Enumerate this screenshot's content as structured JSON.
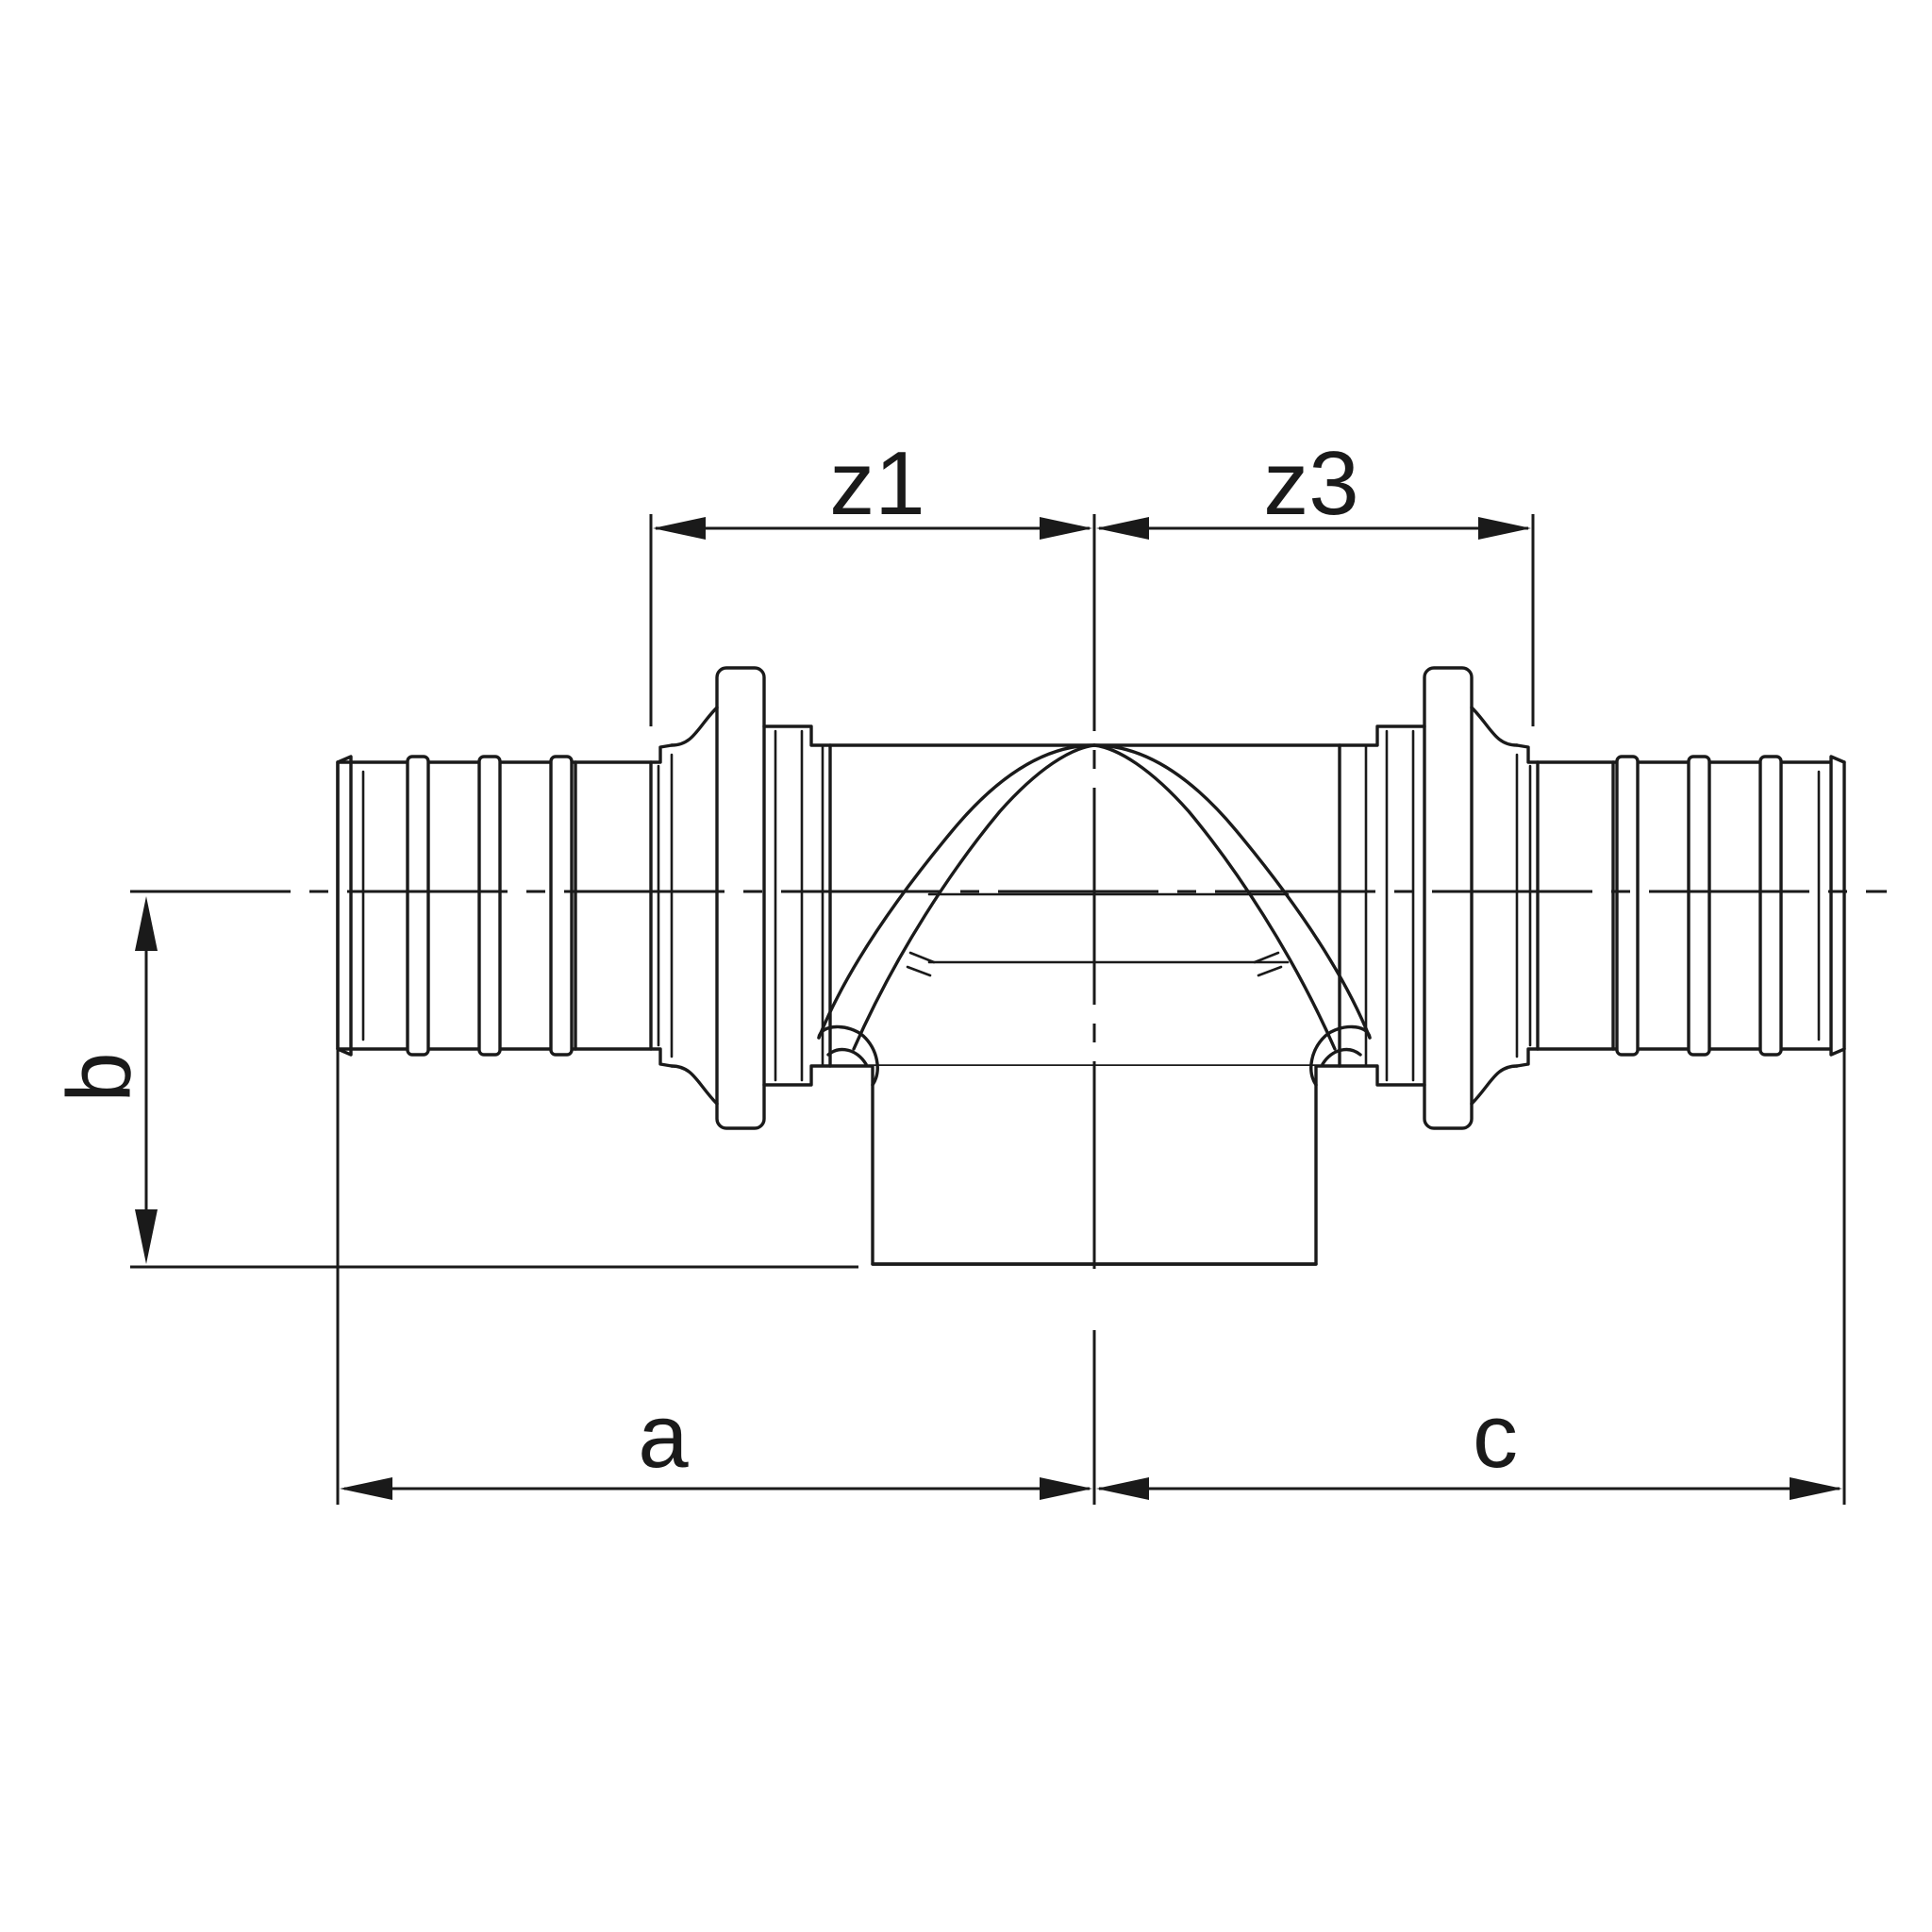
{
  "dimensions": {
    "z1": "z1",
    "z3": "z3",
    "a": "a",
    "b": "b",
    "c": "c"
  },
  "colors": {
    "line": "#1a1a1a",
    "background": "#ffffff"
  }
}
